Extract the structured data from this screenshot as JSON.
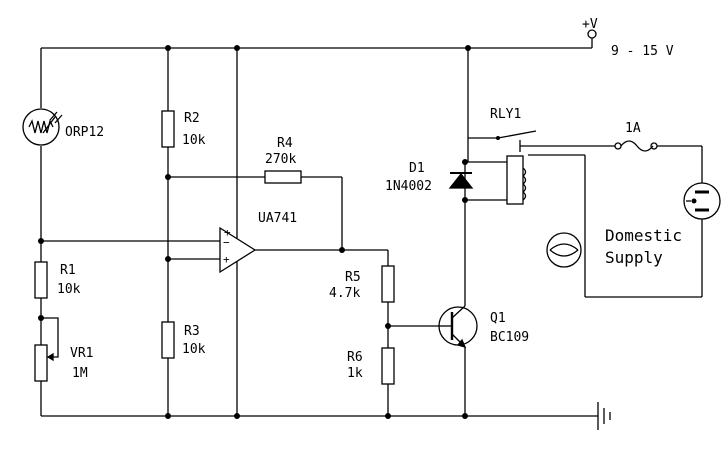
{
  "supply": {
    "label": "+V",
    "range": "9 - 15 V"
  },
  "components": {
    "orp12": {
      "ref": "ORP12"
    },
    "r1": {
      "ref": "R1",
      "value": "10k"
    },
    "vr1": {
      "ref": "VR1",
      "value": "1M"
    },
    "r2": {
      "ref": "R2",
      "value": "10k"
    },
    "r3": {
      "ref": "R3",
      "value": "10k"
    },
    "r4": {
      "ref": "R4",
      "value": "270k"
    },
    "ic": {
      "ref": "UA741"
    },
    "r5": {
      "ref": "R5",
      "value": "4.7k"
    },
    "r6": {
      "ref": "R6",
      "value": "1k"
    },
    "d1": {
      "ref": "D1",
      "value": "1N4002"
    },
    "q1": {
      "ref": "Q1",
      "value": "BC109"
    },
    "relay": {
      "ref": "RLY1"
    },
    "fuse": {
      "value": "1A"
    },
    "load": {
      "line1": "Domestic",
      "line2": "Supply"
    }
  },
  "opamp_pins": {
    "inverting": "−",
    "noninverting": "+",
    "inverting_top": "+"
  }
}
